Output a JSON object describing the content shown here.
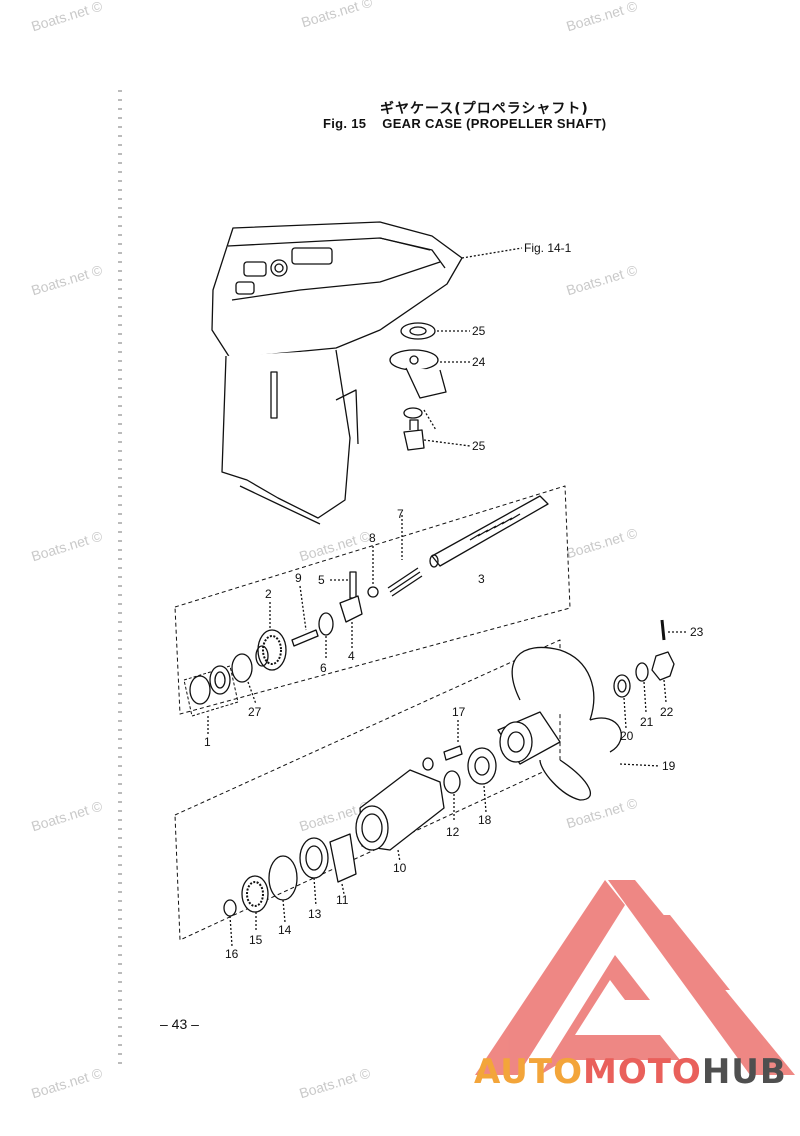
{
  "figure": {
    "title_jp": "ギヤケース(プロペラシャフト)",
    "fig_number": "Fig. 15",
    "title_en": "GEAR CASE (PROPELLER SHAFT)",
    "ref_label": "Fig. 14-1"
  },
  "part_labels": {
    "p1": "1",
    "p2": "2",
    "p3": "3",
    "p4": "4",
    "p5": "5",
    "p6": "6",
    "p7": "7",
    "p8": "8",
    "p9": "9",
    "p10": "10",
    "p11": "11",
    "p12": "12",
    "p13": "13",
    "p14": "14",
    "p15": "15",
    "p16": "16",
    "p17": "17",
    "p18": "18",
    "p19": "19",
    "p20": "20",
    "p21": "21",
    "p22": "22",
    "p23": "23",
    "p24": "24",
    "p25a": "25",
    "p25b": "25",
    "p27": "27"
  },
  "page_number": "– 43 –",
  "watermark": "Boats.net ©",
  "logo": {
    "part1": "AUTO",
    "part2": "MOTO",
    "part3": "HUB",
    "colors": {
      "auto": "#f3a53a",
      "moto": "#e9605b",
      "hub": "#4f4f4f"
    }
  }
}
